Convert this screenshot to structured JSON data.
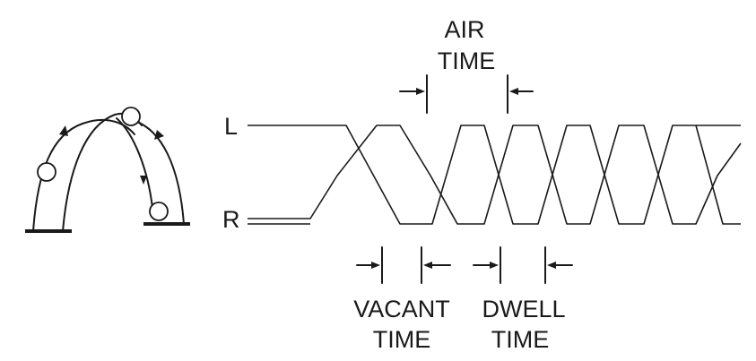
{
  "labels": {
    "left_hand": "L",
    "right_hand": "R",
    "air_time": [
      "AIR",
      "TIME"
    ],
    "vacant_time": [
      "VACANT",
      "TIME"
    ],
    "dwell_time": [
      "DWELL",
      "TIME"
    ]
  },
  "colors": {
    "ink": "#1a1a1a",
    "background": "#ffffff"
  },
  "icons": {
    "juggler_pattern": "juggling-arcs-icon",
    "ball": "ball-icon",
    "direction_arrow": "arrowhead-icon",
    "interval_marker": "dimension-arrow-icon"
  }
}
